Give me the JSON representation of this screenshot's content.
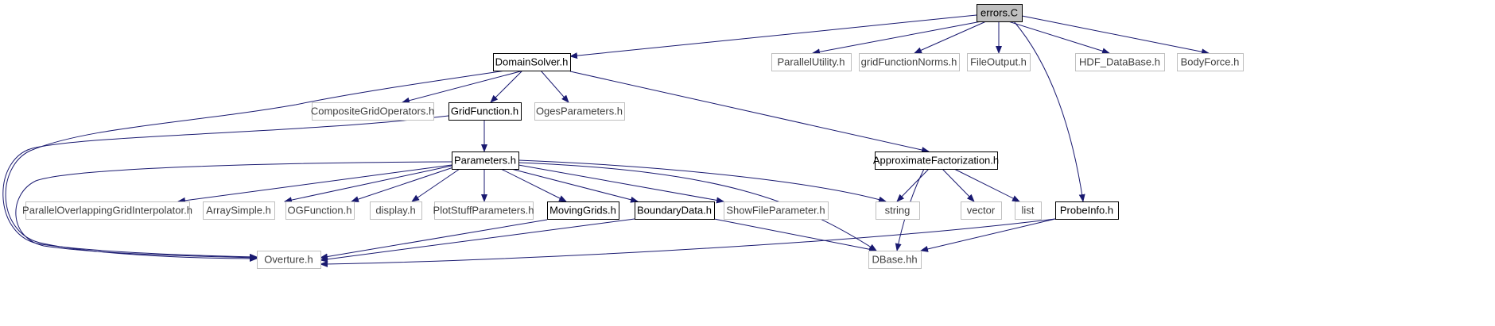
{
  "diagram": {
    "type": "include-dependency-graph",
    "colors": {
      "edge": "#191970",
      "solid_border": "#000000",
      "gray_border": "#bfbfbf",
      "root_fill": "#bfbfbf",
      "text": "#000000",
      "gray_text": "#3f3f3f"
    },
    "nodes": [
      {
        "id": "errors",
        "label": "errors.C",
        "style": "root"
      },
      {
        "id": "domainsolver",
        "label": "DomainSolver.h",
        "style": "solid"
      },
      {
        "id": "parallelutility",
        "label": "ParallelUtility.h",
        "style": "gray"
      },
      {
        "id": "gridfunctionnorms",
        "label": "gridFunctionNorms.h",
        "style": "gray"
      },
      {
        "id": "fileoutput",
        "label": "FileOutput.h",
        "style": "gray"
      },
      {
        "id": "hdf",
        "label": "HDF_DataBase.h",
        "style": "gray"
      },
      {
        "id": "bodyforce",
        "label": "BodyForce.h",
        "style": "gray"
      },
      {
        "id": "compositegridoperators",
        "label": "CompositeGridOperators.h",
        "style": "gray"
      },
      {
        "id": "gridfunction",
        "label": "GridFunction.h",
        "style": "solid"
      },
      {
        "id": "ogesparameters",
        "label": "OgesParameters.h",
        "style": "gray"
      },
      {
        "id": "parameters",
        "label": "Parameters.h",
        "style": "solid"
      },
      {
        "id": "approx",
        "label": "ApproximateFactorization.h",
        "style": "solid"
      },
      {
        "id": "pogi",
        "label": "ParallelOverlappingGridInterpolator.h",
        "style": "gray"
      },
      {
        "id": "arraysimple",
        "label": "ArraySimple.h",
        "style": "gray"
      },
      {
        "id": "ogfunction",
        "label": "OGFunction.h",
        "style": "gray"
      },
      {
        "id": "display",
        "label": "display.h",
        "style": "gray"
      },
      {
        "id": "plotstuff",
        "label": "PlotStuffParameters.h",
        "style": "gray"
      },
      {
        "id": "movinggrids",
        "label": "MovingGrids.h",
        "style": "solid"
      },
      {
        "id": "boundarydata",
        "label": "BoundaryData.h",
        "style": "solid"
      },
      {
        "id": "showfile",
        "label": "ShowFileParameter.h",
        "style": "gray"
      },
      {
        "id": "string",
        "label": "string",
        "style": "gray"
      },
      {
        "id": "vector",
        "label": "vector",
        "style": "gray"
      },
      {
        "id": "list",
        "label": "list",
        "style": "gray"
      },
      {
        "id": "probeinfo",
        "label": "ProbeInfo.h",
        "style": "solid"
      },
      {
        "id": "overture",
        "label": "Overture.h",
        "style": "gray"
      },
      {
        "id": "dbase",
        "label": "DBase.hh",
        "style": "gray"
      }
    ],
    "edges": [
      {
        "from": "errors",
        "to": "domainsolver"
      },
      {
        "from": "errors",
        "to": "parallelutility"
      },
      {
        "from": "errors",
        "to": "gridfunctionnorms"
      },
      {
        "from": "errors",
        "to": "fileoutput"
      },
      {
        "from": "errors",
        "to": "hdf"
      },
      {
        "from": "errors",
        "to": "bodyforce"
      },
      {
        "from": "errors",
        "to": "probeinfo"
      },
      {
        "from": "domainsolver",
        "to": "overture"
      },
      {
        "from": "domainsolver",
        "to": "compositegridoperators"
      },
      {
        "from": "domainsolver",
        "to": "gridfunction"
      },
      {
        "from": "domainsolver",
        "to": "ogesparameters"
      },
      {
        "from": "domainsolver",
        "to": "approx"
      },
      {
        "from": "gridfunction",
        "to": "parameters"
      },
      {
        "from": "gridfunction",
        "to": "overture"
      },
      {
        "from": "parameters",
        "to": "overture"
      },
      {
        "from": "parameters",
        "to": "pogi"
      },
      {
        "from": "parameters",
        "to": "arraysimple"
      },
      {
        "from": "parameters",
        "to": "ogfunction"
      },
      {
        "from": "parameters",
        "to": "display"
      },
      {
        "from": "parameters",
        "to": "plotstuff"
      },
      {
        "from": "parameters",
        "to": "movinggrids"
      },
      {
        "from": "parameters",
        "to": "boundarydata"
      },
      {
        "from": "parameters",
        "to": "showfile"
      },
      {
        "from": "parameters",
        "to": "string"
      },
      {
        "from": "parameters",
        "to": "dbase"
      },
      {
        "from": "approx",
        "to": "string"
      },
      {
        "from": "approx",
        "to": "vector"
      },
      {
        "from": "approx",
        "to": "list"
      },
      {
        "from": "approx",
        "to": "dbase"
      },
      {
        "from": "movinggrids",
        "to": "overture"
      },
      {
        "from": "boundarydata",
        "to": "overture"
      },
      {
        "from": "boundarydata",
        "to": "dbase"
      },
      {
        "from": "probeinfo",
        "to": "overture"
      },
      {
        "from": "probeinfo",
        "to": "dbase"
      }
    ]
  }
}
